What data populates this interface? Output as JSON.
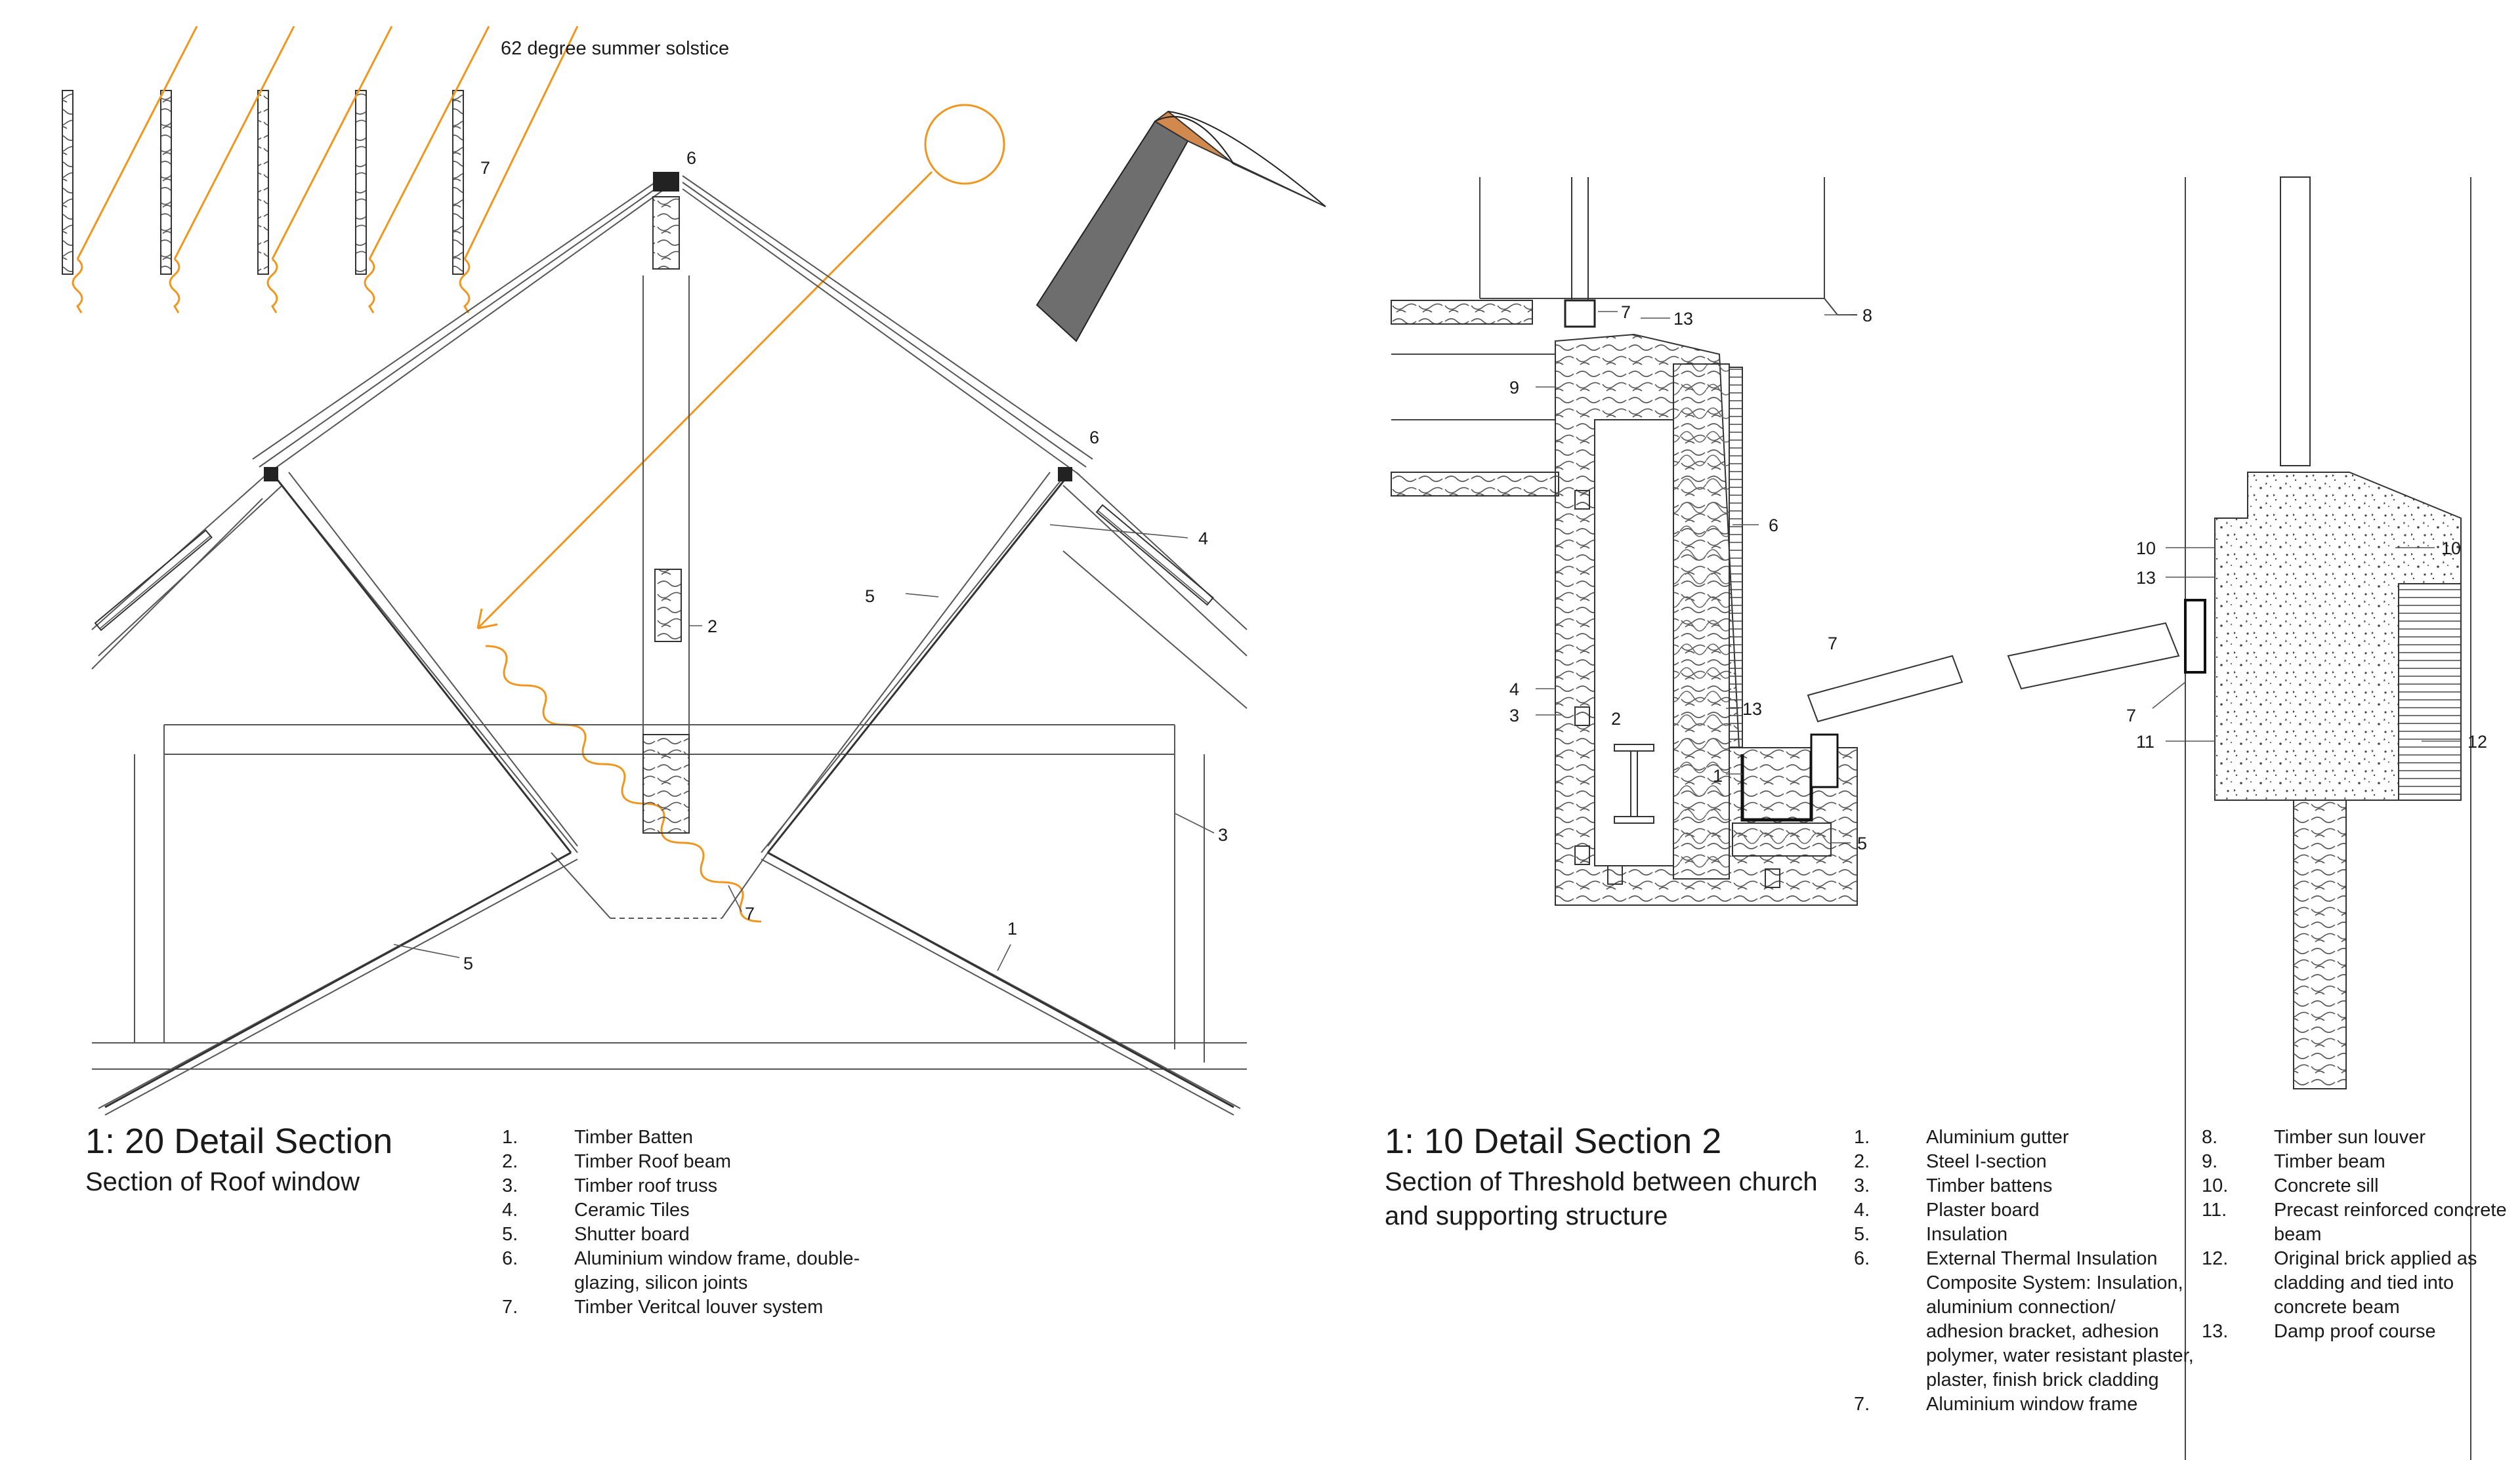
{
  "left_section": {
    "title": "1: 20 Detail Section",
    "subtitle": "Section of Roof window",
    "sun_note": "62 degree summer solstice",
    "callouts": [
      "7",
      "6",
      "6",
      "4",
      "5",
      "2",
      "3",
      "7",
      "5",
      "1"
    ],
    "legend": [
      {
        "num": "1.",
        "text": "Timber Batten"
      },
      {
        "num": "2.",
        "text": "Timber Roof beam"
      },
      {
        "num": "3.",
        "text": "Timber roof truss"
      },
      {
        "num": "4.",
        "text": "Ceramic Tiles"
      },
      {
        "num": "5.",
        "text": "Shutter board"
      },
      {
        "num": "6.",
        "text": "Aluminium window frame, double-glazing, silicon joints"
      },
      {
        "num": "7.",
        "text": "Timber Veritcal louver system"
      }
    ]
  },
  "right_section": {
    "title": "1: 10 Detail Section 2",
    "subtitle": "Section of Threshold between church and supporting structure",
    "callouts": [
      "7",
      "13",
      "8",
      "9",
      "6",
      "7",
      "4",
      "13",
      "3",
      "2",
      "1",
      "5",
      "10",
      "10",
      "13",
      "7",
      "11",
      "12"
    ],
    "legend_col1": [
      {
        "num": "1.",
        "text": "Aluminium gutter"
      },
      {
        "num": "2.",
        "text": "Steel I-section"
      },
      {
        "num": "3.",
        "text": "Timber battens"
      },
      {
        "num": "4.",
        "text": "Plaster board"
      },
      {
        "num": "5.",
        "text": "Insulation"
      },
      {
        "num": "6.",
        "text": "External Thermal Insulation Composite System: Insulation, aluminium connection/ adhesion bracket, adhesion polymer, water resistant plaster, plaster, finish brick cladding"
      },
      {
        "num": "7.",
        "text": "Aluminium window frame"
      }
    ],
    "legend_col2": [
      {
        "num": "8.",
        "text": "Timber sun louver"
      },
      {
        "num": "9.",
        "text": "Timber beam"
      },
      {
        "num": "10.",
        "text": "Concrete sill"
      },
      {
        "num": "11.",
        "text": "Precast reinforced concrete beam"
      },
      {
        "num": "12.",
        "text": "Original brick applied as cladding and tied into concrete beam"
      },
      {
        "num": "13.",
        "text": "Damp proof course"
      }
    ]
  },
  "colors": {
    "sun_ray": "#f0961e",
    "line": "#333333",
    "fill_dark": "#555555"
  }
}
